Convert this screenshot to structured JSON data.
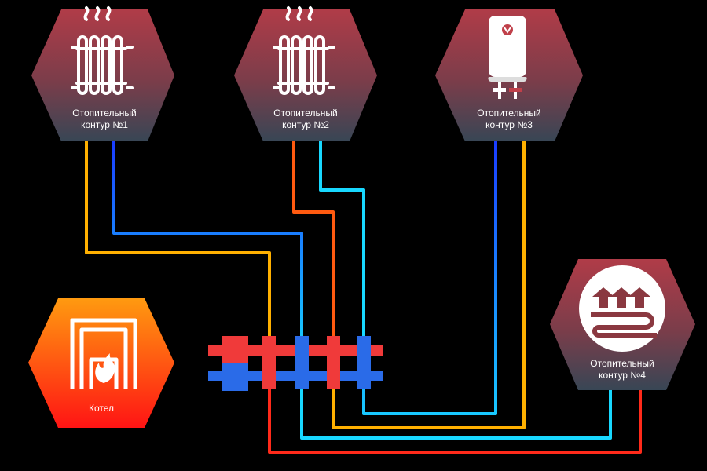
{
  "nodes": {
    "circuit1": {
      "line1": "Отопительный",
      "line2": "контур  №1"
    },
    "circuit2": {
      "line1": "Отопительный",
      "line2": "контур  №2"
    },
    "circuit3": {
      "line1": "Отопительный",
      "line2": "контур  №3"
    },
    "circuit4": {
      "line1": "Отопительный",
      "line2": "контур  №4"
    },
    "boiler": {
      "label": "Котел"
    }
  },
  "icons": {
    "circuit1": "radiator-icon",
    "circuit2": "radiator-icon",
    "circuit3": "water-heater-icon",
    "circuit4": "underfloor-heating-icon",
    "boiler": "boiler-flame-icon"
  },
  "colors": {
    "hot": "#ff2a1a",
    "hot_warm": "#ffb000",
    "cold": "#1a4cff",
    "cold_light": "#18e0ff",
    "manifold_hot": "#f03a3a",
    "manifold_cold": "#2a6be8",
    "hex_top": "#a83a45",
    "hex_bottom": "#3d4a58",
    "boiler_top": "#ff8a10",
    "boiler_bottom": "#ff1a1a"
  }
}
